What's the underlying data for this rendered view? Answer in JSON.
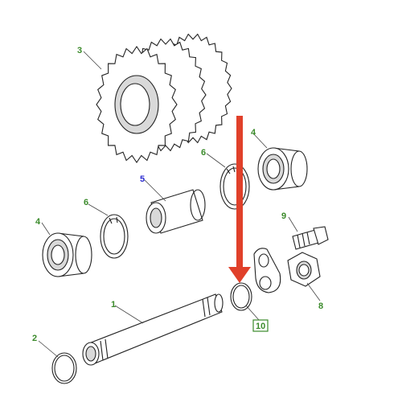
{
  "callouts": [
    {
      "id": "p1",
      "text": "1",
      "color": "#3a8a2a"
    },
    {
      "id": "p2",
      "text": "2",
      "color": "#3a8a2a"
    },
    {
      "id": "p3",
      "text": "3",
      "color": "#3a8a2a"
    },
    {
      "id": "p4a",
      "text": "4",
      "color": "#3a8a2a"
    },
    {
      "id": "p4b",
      "text": "4",
      "color": "#3a8a2a"
    },
    {
      "id": "p5",
      "text": "5",
      "color": "#2a2ad0"
    },
    {
      "id": "p6a",
      "text": "6",
      "color": "#3a8a2a"
    },
    {
      "id": "p6b",
      "text": "6",
      "color": "#3a8a2a"
    },
    {
      "id": "p8",
      "text": "8",
      "color": "#3a8a2a"
    },
    {
      "id": "p9",
      "text": "9",
      "color": "#3a8a2a"
    },
    {
      "id": "p10",
      "text": "10",
      "color": "#3a8a2a",
      "boxed": true
    }
  ],
  "colors": {
    "arrow": "#e0402a",
    "highlight_box": "#3a8a2a"
  }
}
